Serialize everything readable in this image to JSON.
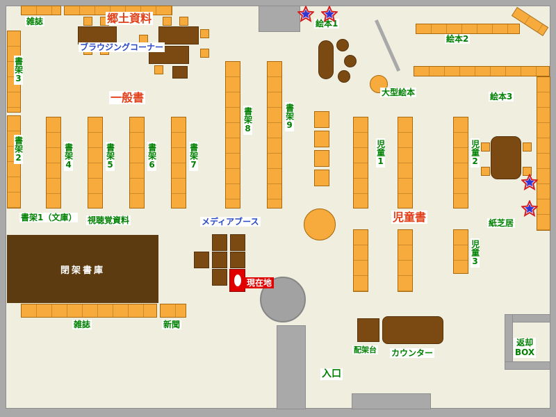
{
  "map_title": "library-floor-map",
  "labels": {
    "magazines_top": "雑誌",
    "local_materials": "郷土資料",
    "browsing_corner": "ブラウジングコーナー",
    "general_books": "一般書",
    "shelf3": "書架3",
    "shelf2": "書架2",
    "shelf4": "書架4",
    "shelf5": "書架5",
    "shelf6": "書架6",
    "shelf7": "書架7",
    "shelf8": "書架8",
    "shelf9": "書架9",
    "shelf1_bunko": "書架1（文庫）",
    "audiovisual": "視聴覚資料",
    "media_booth": "メディアブース",
    "current_location": "現在地",
    "closed_stacks": "閉架書庫",
    "magazines_bottom": "雑誌",
    "newspapers": "新聞",
    "entrance": "入口",
    "picture_books1": "絵本1",
    "picture_books2": "絵本2",
    "picture_books3": "絵本3",
    "large_picture_books": "大型絵本",
    "children1": "児童1",
    "children2": "児童2",
    "children3": "児童3",
    "children_books": "児童書",
    "kamishibai": "紙芝居",
    "sorting_stand": "配架台",
    "counter": "カウンター",
    "return_box": "返却\nBOX"
  },
  "icons": {
    "star_marker": "five-pointed-star"
  },
  "colors": {
    "floor": "#f0efdf",
    "wall": "#a9a9a9",
    "shelf_orange": "#f6ab3c",
    "shelf_border": "#a8690e",
    "table_brown": "#7b4a12",
    "closed_stacks_brown": "#5d3b10",
    "area_label_red": "#e0401a",
    "shelf_label_green": "#008000",
    "feature_label_blue": "#2747c4",
    "current_location_red": "#e00000",
    "star_blue": "#3434d0",
    "star_outline_red": "#d42020"
  }
}
